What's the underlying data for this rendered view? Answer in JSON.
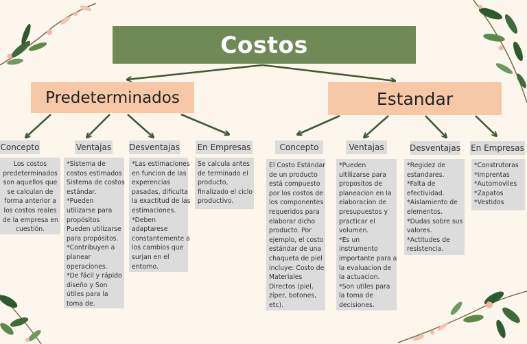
{
  "title": "Costos",
  "branches": {
    "left": "Predeterminados",
    "right": "Estandar"
  },
  "left_columns": [
    {
      "label": "Concepto",
      "lines": [
        "Los costos",
        "predeterminados",
        "son aquellos que",
        "se calculan de",
        "forma anterior a",
        "los costos reales",
        "de la empresa en",
        "cuestión."
      ]
    },
    {
      "label": "Ventajas",
      "lines": [
        "*Sistema de",
        "costos estimados",
        "Sistema de costos",
        "estándar.",
        "*Pueden",
        "utilizarse para",
        "propósitos",
        "Pueden utilizarse",
        "para propósitos.",
        "*Contribuyen a",
        "planear",
        "operaciones.",
        "*De fácil y rápido",
        "diseño y Son",
        "útiles para la",
        "toma de."
      ]
    },
    {
      "label": "Desventajas",
      "lines": [
        "*Las estimaciones",
        "en funcion de las",
        "experencias",
        "pasadas, dificulta",
        "la exactitud de las",
        "estimaciones.",
        "*Deben",
        "adaptarese",
        "constantemente a",
        "los cambios que",
        "surjan en el",
        "entorno."
      ]
    },
    {
      "label": "En Empresas",
      "lines": [
        "Se calcula antes",
        "de terminado el",
        "producto,",
        "finalizado el ciclo",
        "productivo."
      ]
    }
  ],
  "right_columns": [
    {
      "label": "Concepto",
      "lines": [
        "El Costo Estándar",
        "de un producto",
        "está compuesto",
        "por los costos de",
        "los componentes",
        "requeridos para",
        "elaborar dicho",
        "producto. Por",
        "ejemplo, el costo",
        "estándar de una",
        "chaqueta de piel",
        "incluye: Costo de",
        "Materiales",
        "Directos (piel,",
        "zíper, botones,",
        "etc)."
      ]
    },
    {
      "label": "Ventajas",
      "lines": [
        "*Pueden",
        "ultilizarse para",
        "propositos de",
        "planeacion en la",
        "elaboracion de",
        "presupuestos y",
        "practicar el",
        "volumen.",
        "*Es un",
        "instrumento",
        "importante para a",
        "la evaluacion de",
        "la actuacion.",
        "*Son utiles para",
        "la toma de",
        "decisiones."
      ]
    },
    {
      "label": "Desventajas",
      "lines": [
        "*Regidez de",
        "estandares.",
        "*Falta de",
        "efectividad.",
        "*Aislamiento de",
        "elementos.",
        "*Dudas sobre sus",
        "valores.",
        "*Actitudes de",
        "resistencia."
      ]
    },
    {
      "label": "En Empresas",
      "lines": [
        "*Construtoras",
        "*Imprentas",
        "*Automoviles",
        "*Zapatos",
        "*Vestidos"
      ]
    }
  ]
}
